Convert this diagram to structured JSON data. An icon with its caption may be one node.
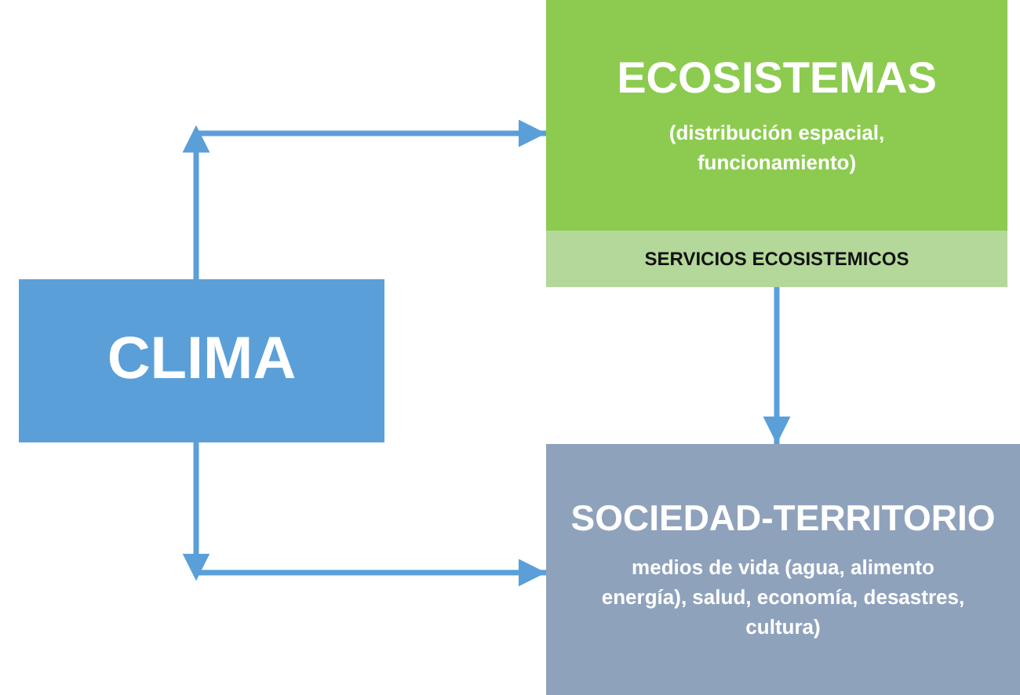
{
  "diagram": {
    "nodes": [
      {
        "text": [
          "CLIMA"
        ]
      },
      {
        "text": [
          "ECOSISTEMAS",
          "(distribución espacial, funcionamiento)"
        ]
      },
      {
        "text": [
          "SERVICIOS ECOSISTEMICOS"
        ],
        "in": 1
      },
      {
        "text": [
          "SOCIEDAD-TERRITORIO",
          "medios de vida (agua, alimento energía), salud, economía, desastres, cultura)"
        ]
      }
    ],
    "edges": [
      {
        "from": 0,
        "to": 1,
        "arrow": "to"
      },
      {
        "from": 0,
        "to": 3,
        "arrow": "to"
      },
      {
        "from": 2,
        "to": 3,
        "arrow": "to"
      }
    ]
  }
}
